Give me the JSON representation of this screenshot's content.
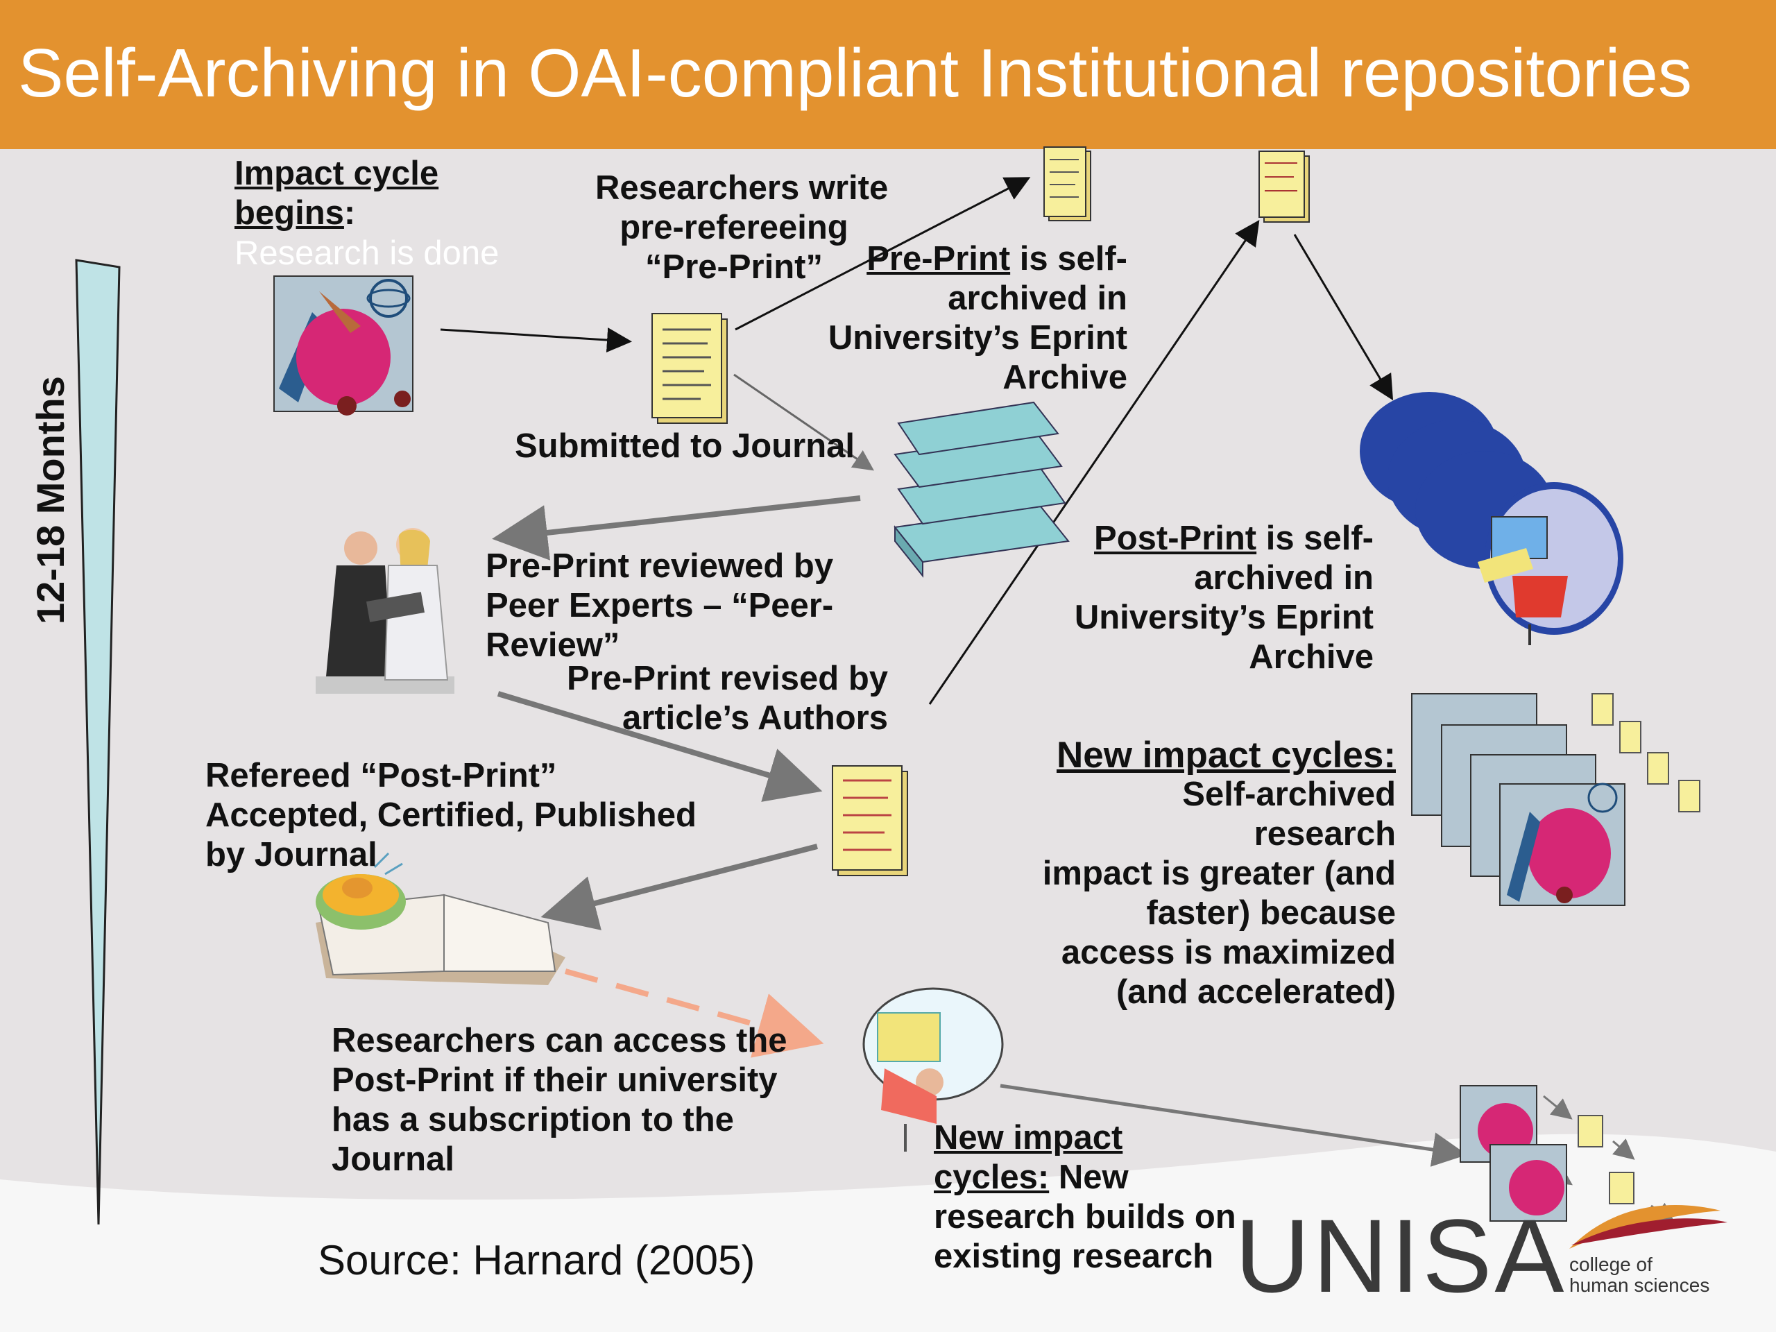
{
  "title": "Self-Archiving in OAI-compliant Institutional repositories",
  "timeline_label": "12-18 Months",
  "impact": {
    "heading_line1": "Impact cycle",
    "heading_line2": "begins",
    "heading_colon": ":",
    "subtitle": "Research is done"
  },
  "researchers_write": [
    "Researchers write",
    "pre-refereeing",
    "“Pre-Print”"
  ],
  "preprint_archived": {
    "term": "Pre-Print",
    "line1_rest": " is self-",
    "lines": [
      "archived in",
      "University’s Eprint",
      "Archive"
    ]
  },
  "submitted": "Submitted to Journal",
  "peer_review": [
    "Pre-Print reviewed by",
    "Peer Experts – “Peer-",
    "Review”"
  ],
  "revised": [
    "Pre-Print revised by",
    "article’s Authors"
  ],
  "postprint_archived": {
    "term": "Post-Print",
    "line1_rest": " is self-",
    "lines": [
      "archived in",
      "University’s Eprint",
      "Archive"
    ]
  },
  "new_impact": {
    "heading": "New impact cycles:",
    "lines": [
      "Self-archived",
      "research",
      "impact is greater (and",
      "faster) because",
      "access is maximized",
      "(and accelerated)"
    ]
  },
  "refereed": [
    "Refereed “Post-Print”",
    "Accepted, Certified, Published",
    "by Journal"
  ],
  "researchers_access": [
    "Researchers can access the",
    "Post-Print if their university",
    "has a subscription to the",
    "Journal"
  ],
  "new_impact_bottom": {
    "heading1": "New impact",
    "heading2": "cycles:",
    "rest": " New",
    "lines": [
      "research builds on",
      "existing research"
    ]
  },
  "source": "Source: Harnard (2005)",
  "logo": {
    "name": "UNISA",
    "line1": "college of",
    "line2": "human sciences"
  },
  "colors": {
    "banner": "#e3922f",
    "background": "#e6e3e4",
    "timeline": "#bfe3e6",
    "dashed_arrow": "#f4a88a"
  },
  "icons": [
    "scientist-icon",
    "document-icon",
    "journal-stack-icon",
    "reviewers-icon",
    "book-icon",
    "computer-user-icon",
    "network-icon"
  ]
}
